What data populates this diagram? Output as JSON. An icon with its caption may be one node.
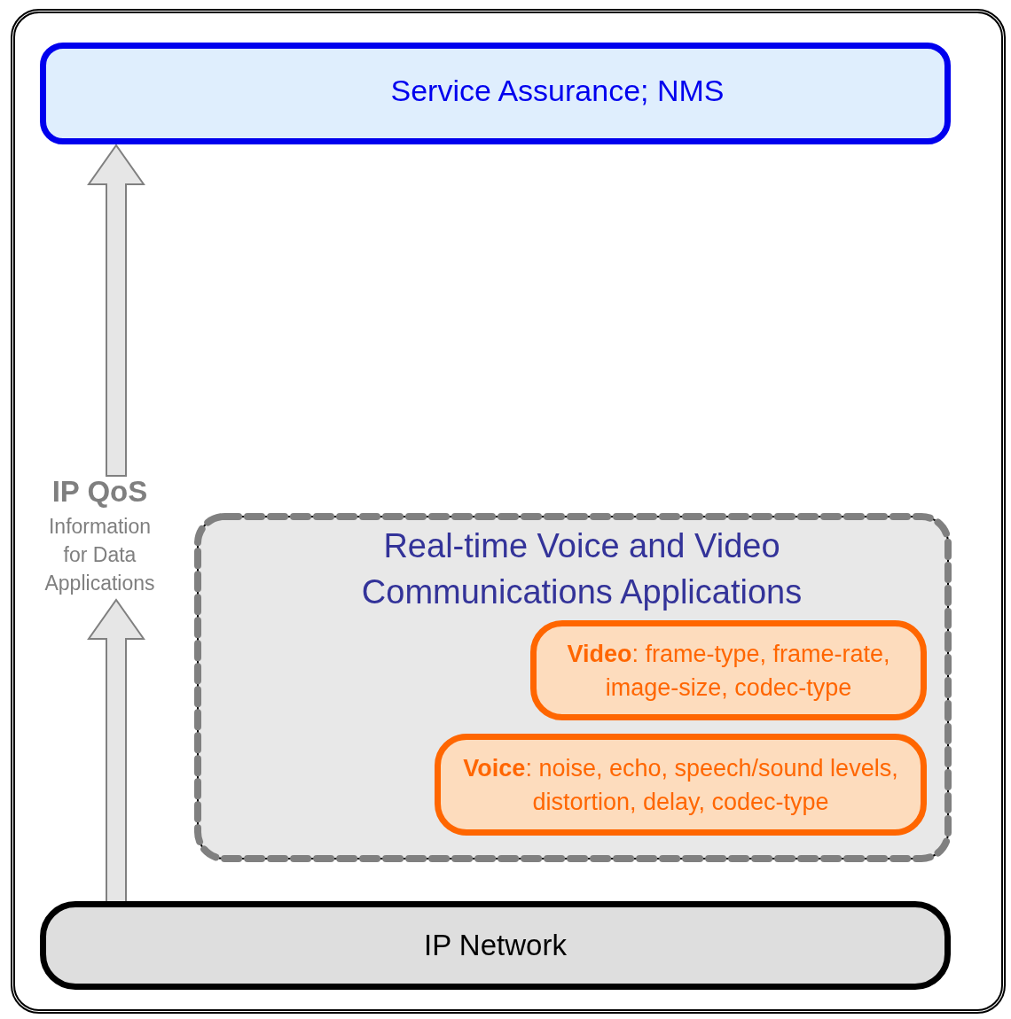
{
  "diagram": {
    "nodes": [
      {
        "text": [
          "Service Assurance; NMS"
        ]
      },
      {
        "text": [
          "IP QoS",
          "Information for Data Applications"
        ]
      },
      {
        "text": [
          "Real-time Voice and Video Communications Applications"
        ]
      },
      {
        "text": [
          "**Video**: frame-type, frame-rate, image-size, codec-type"
        ],
        "in": 2
      },
      {
        "text": [
          "**Voice**: noise, echo, speech/sound levels, distortion, delay, codec-type"
        ],
        "in": 2
      },
      {
        "text": [
          "IP Network"
        ]
      }
    ],
    "edges": [
      {
        "from": 5,
        "to": 1,
        "arrow": "to"
      },
      {
        "from": 1,
        "to": 0,
        "arrow": "to"
      }
    ]
  }
}
